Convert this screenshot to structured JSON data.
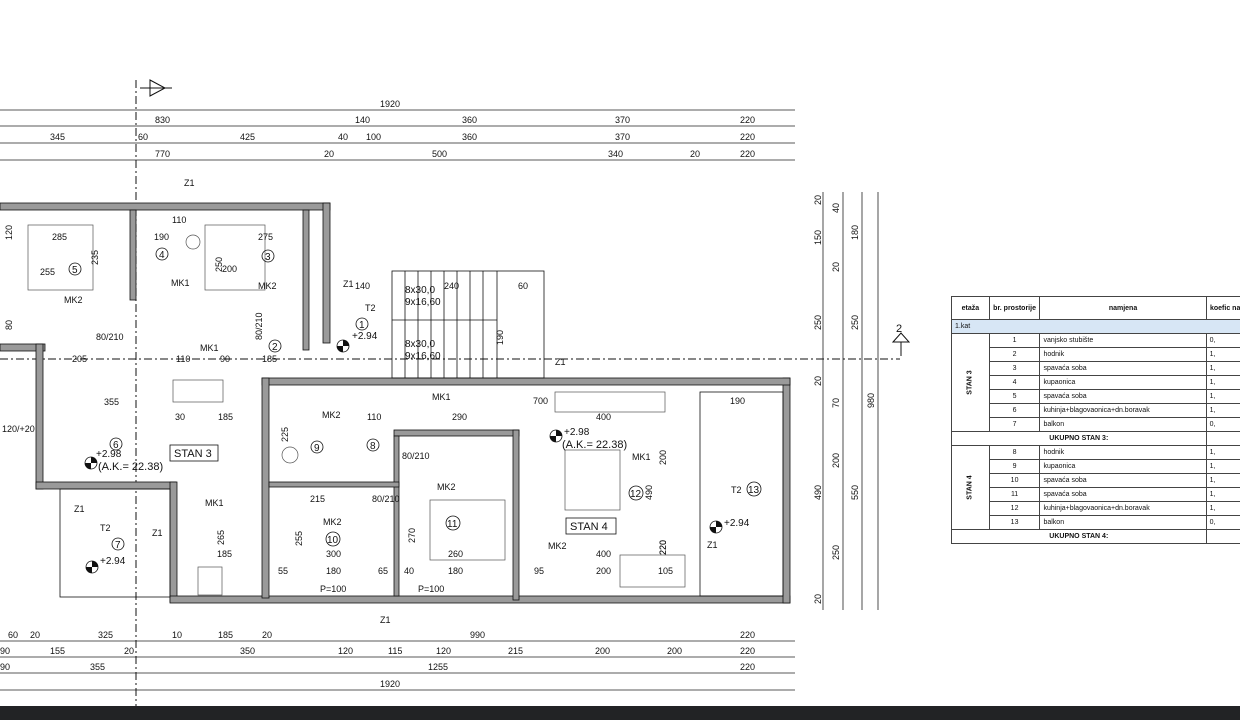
{
  "plan": {
    "top_dims": {
      "row1": [
        "1920"
      ],
      "row2": [
        "830",
        "140",
        "360",
        "370",
        "220"
      ],
      "row3": [
        "345",
        "60",
        "425",
        "40",
        "100",
        "360",
        "370",
        "220"
      ],
      "row4": [
        "770",
        "20",
        "500",
        "340",
        "20",
        "220"
      ]
    },
    "bottom_dims": {
      "row1": [
        "60",
        "20",
        "325",
        "10",
        "185",
        "20",
        "990",
        "220"
      ],
      "row2": [
        "90",
        "155",
        "20",
        "350",
        "120",
        "115",
        "120",
        "215",
        "200",
        "200",
        "220"
      ],
      "row3": [
        "90",
        "355",
        "1255",
        "220"
      ],
      "row4": [
        "1920"
      ]
    },
    "right_dims": [
      "20",
      "40",
      "150",
      "180",
      "20",
      "250",
      "250",
      "20",
      "70",
      "200",
      "980",
      "490",
      "550",
      "250",
      "20"
    ],
    "section_marker": "2",
    "apartments": [
      "STAN 3",
      "STAN 4"
    ],
    "rooms": [
      "1",
      "2",
      "3",
      "4",
      "5",
      "6",
      "7",
      "8",
      "9",
      "10",
      "11",
      "12",
      "13"
    ],
    "areas": [
      "(A.K.= 22.38)",
      "(A.K.= 22.38)"
    ],
    "levels": [
      "+2.94",
      "+2.98",
      "+2.98",
      "+2.94",
      "+2.94"
    ],
    "stair_labels": [
      "8x30,0",
      "9x16,60",
      "8x30,0",
      "9x16,60"
    ],
    "wall_tags": [
      "Z1",
      "Z1",
      "Z1",
      "Z1",
      "Z1",
      "Z1",
      "Z1",
      "T2",
      "T2",
      "T2",
      "MK1",
      "MK1",
      "MK1",
      "MK1",
      "MK1",
      "MK2",
      "MK2",
      "MK2",
      "MK2",
      "MK2",
      "MK2"
    ],
    "inner_dims": [
      "285",
      "255",
      "190",
      "275",
      "110",
      "250",
      "200",
      "120",
      "235",
      "140",
      "240",
      "60",
      "80",
      "190",
      "205",
      "110",
      "90",
      "185",
      "355",
      "30",
      "185",
      "225",
      "215",
      "110",
      "290",
      "700",
      "400",
      "190",
      "200",
      "490",
      "220",
      "265",
      "185",
      "255",
      "300",
      "270",
      "260",
      "400",
      "220",
      "105",
      "55",
      "180",
      "65",
      "40",
      "180",
      "95",
      "200",
      "80/210",
      "80/210",
      "80/210",
      "80/210",
      "P=100",
      "P=100",
      "120/+20"
    ]
  },
  "table": {
    "headers": [
      "etaža",
      "br. prostorije",
      "namjena",
      "koefic\nnam"
    ],
    "floor": "1.kat",
    "stan3_label": "STAN 3",
    "stan4_label": "STAN 4",
    "stan3_rows": [
      {
        "no": "1",
        "name": "vanjsko stubište",
        "coef": "0,"
      },
      {
        "no": "2",
        "name": "hodnik",
        "coef": "1,"
      },
      {
        "no": "3",
        "name": "spavaća soba",
        "coef": "1,"
      },
      {
        "no": "4",
        "name": "kupaonica",
        "coef": "1,"
      },
      {
        "no": "5",
        "name": "spavaća soba",
        "coef": "1,"
      },
      {
        "no": "6",
        "name": "kuhinja+blagovaonica+dn.boravak",
        "coef": "1,"
      },
      {
        "no": "7",
        "name": "balkon",
        "coef": "0,"
      }
    ],
    "stan3_total": "UKUPNO STAN 3:",
    "stan4_rows": [
      {
        "no": "8",
        "name": "hodnik",
        "coef": "1,"
      },
      {
        "no": "9",
        "name": "kupaonica",
        "coef": "1,"
      },
      {
        "no": "10",
        "name": "spavaća soba",
        "coef": "1,"
      },
      {
        "no": "11",
        "name": "spavaća soba",
        "coef": "1,"
      },
      {
        "no": "12",
        "name": "kuhinja+blagovaonica+dn.boravak",
        "coef": "1,"
      },
      {
        "no": "13",
        "name": "balkon",
        "coef": "0,"
      }
    ],
    "stan4_total": "UKUPNO STAN 4:"
  },
  "colors": {
    "wall": "#9a9a9a",
    "line": "#111111",
    "floor_row": "#d7e6f5",
    "bar": "#222325"
  }
}
